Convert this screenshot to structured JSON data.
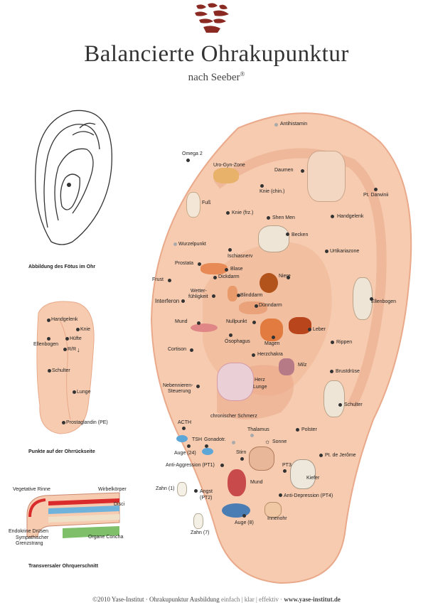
{
  "header": {
    "title": "Balancierte Ohrakupunktur",
    "subtitle": "nach Seeber",
    "registered": "®"
  },
  "captions": {
    "fetus": "Abbildung des Fötus im Ohr",
    "back": "Punkte auf der Ohrrückseite",
    "cross": "Transversaler Ohrquerschnitt"
  },
  "back_points": [
    "Handgelenk",
    "Knie",
    "Hüfte",
    "Ellenbogen",
    "R/R",
    "Schulter",
    "Lunge",
    "Prostaglandin (PE)"
  ],
  "cross_section": [
    "Vegetative Rinne",
    "Wirbelkörper",
    "Disci",
    "Endokrine Drüsen",
    "Sympathischer",
    "Grenzstrang",
    "Organe Concha"
  ],
  "ear_points": {
    "antihistamin": "Antihistamin",
    "omega2": "Omega 2",
    "uro": "Uro-Gyn-Zone",
    "daumen": "Daumen",
    "knie_chin": "Knie (chin.)",
    "darwinii": "Pt. Darwinii",
    "fuss": "Fuß",
    "knie_frz": "Knie (frz.)",
    "shenmen": "Shen Men",
    "handgelenk": "Handgelenk",
    "becken": "Becken",
    "wurzelpunkt": "Wurzelpunkt",
    "ischias": "Ischiasnerv",
    "urtikaria": "Urtikariazone",
    "prostata": "Prostata",
    "blase": "Blase",
    "dickdarm": "Dickdarm",
    "niere": "Niere",
    "frust": "Frust",
    "wetter1": "Wetter-",
    "wetter2": "fühligkeit",
    "blinddarm": "Blinddarm",
    "interferon": "Interferon",
    "duenndarm": "Dünndarm",
    "ellenbogen": "Ellenbogen",
    "mund": "Mund",
    "nullpunkt": "Nullpunkt",
    "leber": "Leber",
    "oesophagus": "Ösophagus",
    "magen": "Magen",
    "rippen": "Rippen",
    "cortison": "Cortison",
    "herzchakra": "Herzchakra",
    "milz": "Milz",
    "brustdruese": "Brustdrüse",
    "herz": "Herz",
    "lunge": "Lunge",
    "neben1": "Nebennieren-",
    "neben2": "Steuerung",
    "schulter": "Schulter",
    "chron": "chronischer Schmerz",
    "acth": "ACTH",
    "thalamus": "Thalamus",
    "polster": "Polster",
    "tsh": "TSH",
    "gonadotr": "Gonadotr.",
    "sonne": "Sonne",
    "auge24": "Auge (24)",
    "stirn": "Stirn",
    "jerome": "Pt. de Jerôme",
    "pt1": "Anti-Aggression (PT1)",
    "pt3": "PT3",
    "kiefer": "Kiefer",
    "mund2": "Mund",
    "zahn1": "Zahn (1)",
    "angst1": "Angst",
    "angst2": "(PT2)",
    "pt4": "Anti-Depression (PT4)",
    "innenohr": "Innenohr",
    "auge8": "Auge (8)",
    "zahn7": "Zahn (7)"
  },
  "footer": {
    "copy": "©2010 Yase-Institut · Ohrakupunktur Ausbildung",
    "tag": "einfach | klar | effektiv ·",
    "url": "www.yase-institut.de"
  },
  "colors": {
    "skin": "#f6cbb0",
    "skin_dark": "#e9a98a",
    "logo": "#8b2a22",
    "red": "#d92b2b",
    "blue": "#6fb3dc",
    "green": "#7fbf6a"
  }
}
